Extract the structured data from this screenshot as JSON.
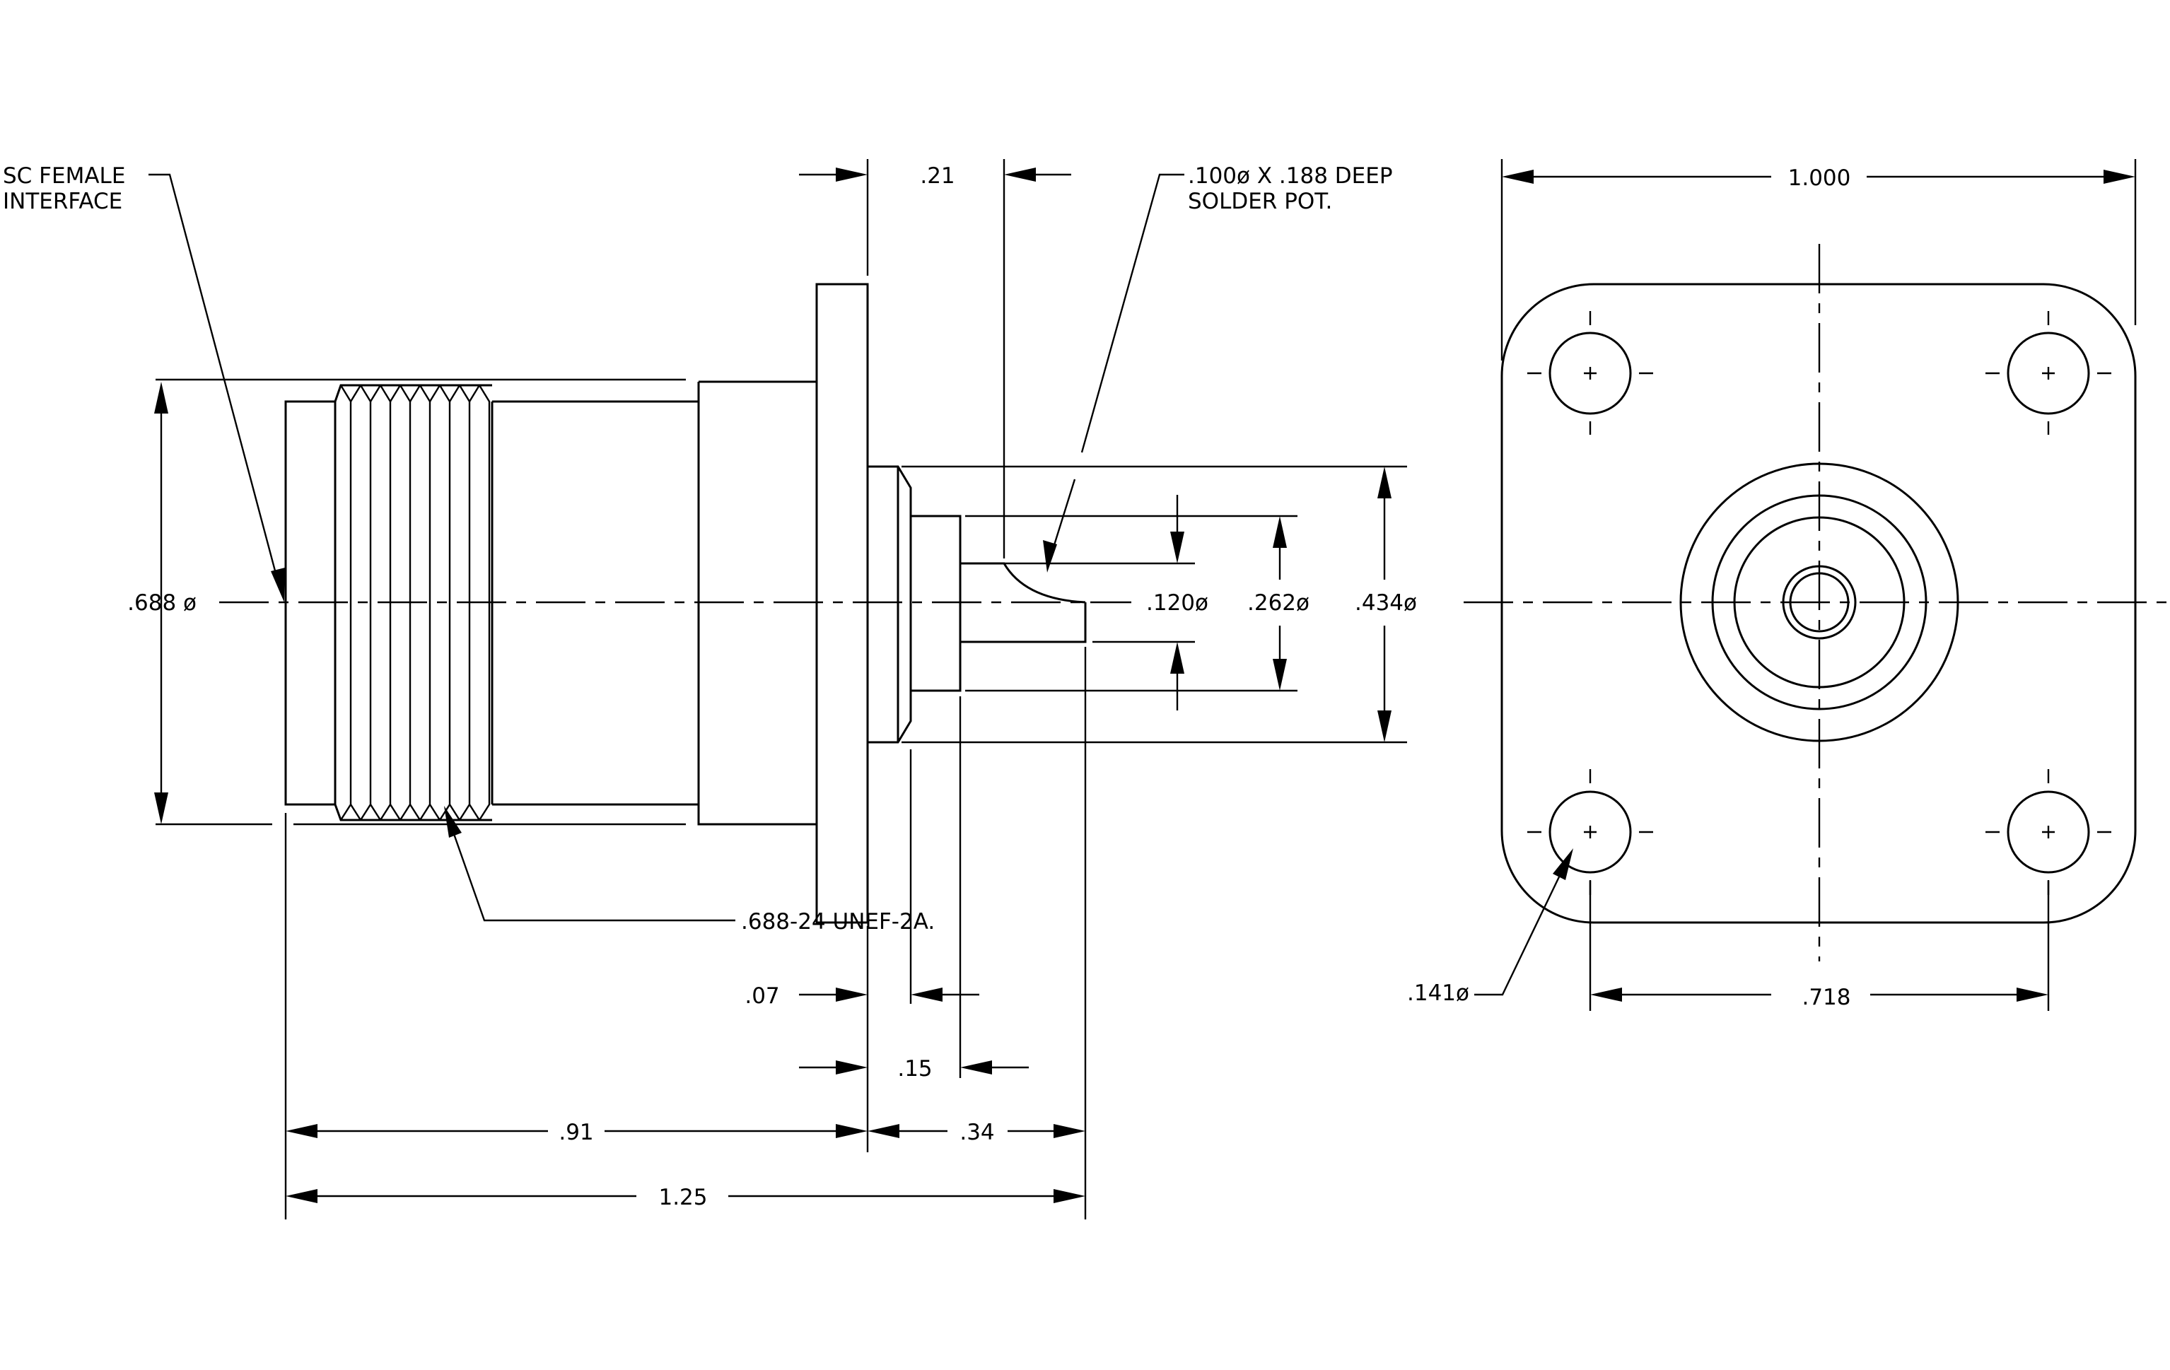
{
  "notes": {
    "interface_line1": "SC FEMALE",
    "interface_line2": "INTERFACE",
    "solder_pot_line1": ".100ø X .188 DEEP",
    "solder_pot_line2": "SOLDER POT.",
    "thread": ".688-24 UNEF-2A."
  },
  "dimensions": {
    "d_688": ".688 ø",
    "d_21": ".21",
    "d_120": ".120ø",
    "d_262": ".262ø",
    "d_434": ".434ø",
    "d_07": ".07",
    "d_15": ".15",
    "d_91": ".91",
    "d_34": ".34",
    "d_125": "1.25",
    "d_1000": "1.000",
    "d_718": ".718",
    "d_141": ".141ø"
  }
}
